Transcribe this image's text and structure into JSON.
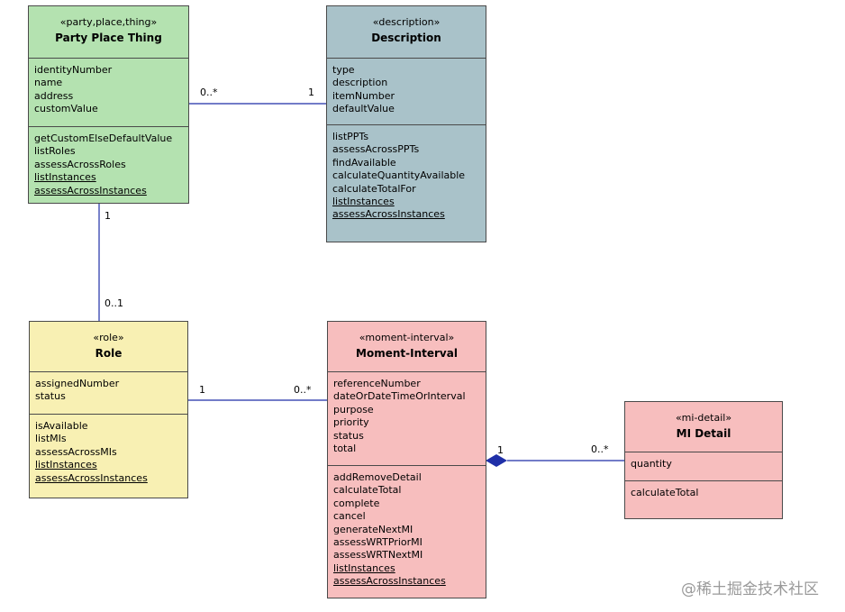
{
  "colors": {
    "ppt": "#b4e2b0",
    "description": "#a9c2c9",
    "role": "#f8f0b3",
    "moment": "#f7bebe",
    "detail": "#f7bebe",
    "line": "#1f2fa8",
    "border": "#4a4a4a"
  },
  "classes": {
    "ppt": {
      "stereotype": "«party,place,thing»",
      "name": "Party Place Thing",
      "attributes": [
        "identityNumber",
        "name",
        "address",
        "customValue"
      ],
      "operations": [
        "getCustomElseDefaultValue",
        "listRoles",
        "assessAcrossRoles",
        "listInstances",
        "assessAcrossInstances"
      ]
    },
    "description": {
      "stereotype": "«description»",
      "name": "Description",
      "attributes": [
        "type",
        "description",
        "itemNumber",
        "defaultValue"
      ],
      "operations": [
        "listPPTs",
        "assessAcrossPPTs",
        "findAvailable",
        "calculateQuantityAvailable",
        "calculateTotalFor",
        "listInstances",
        "assessAcrossInstances"
      ]
    },
    "role": {
      "stereotype": "«role»",
      "name": "Role",
      "attributes": [
        "assignedNumber",
        "status"
      ],
      "operations": [
        "isAvailable",
        "listMIs",
        "assessAcrossMIs",
        "listInstances",
        "assessAcrossInstances"
      ]
    },
    "moment": {
      "stereotype": "«moment-interval»",
      "name": "Moment-Interval",
      "attributes": [
        "referenceNumber",
        "dateOrDateTimeOrInterval",
        "purpose",
        "priority",
        "status",
        "total"
      ],
      "operations": [
        "addRemoveDetail",
        "calculateTotal",
        "complete",
        "cancel",
        "generateNextMI",
        "assessWRTPriorMI",
        "assessWRTNextMI",
        "listInstances",
        "assessAcrossInstances"
      ]
    },
    "detail": {
      "stereotype": "«mi-detail»",
      "name": "MI Detail",
      "attributes": [
        "quantity"
      ],
      "operations": [
        "calculateTotal"
      ]
    }
  },
  "multiplicities": {
    "ppt_desc_left": "0..*",
    "ppt_desc_right": "1",
    "ppt_role_top": "1",
    "ppt_role_bottom": "0..1",
    "role_mi_left": "1",
    "role_mi_right": "0..*",
    "mi_detail_left": "1",
    "mi_detail_right": "0..*"
  },
  "watermark": "@稀土掘金技术社区"
}
